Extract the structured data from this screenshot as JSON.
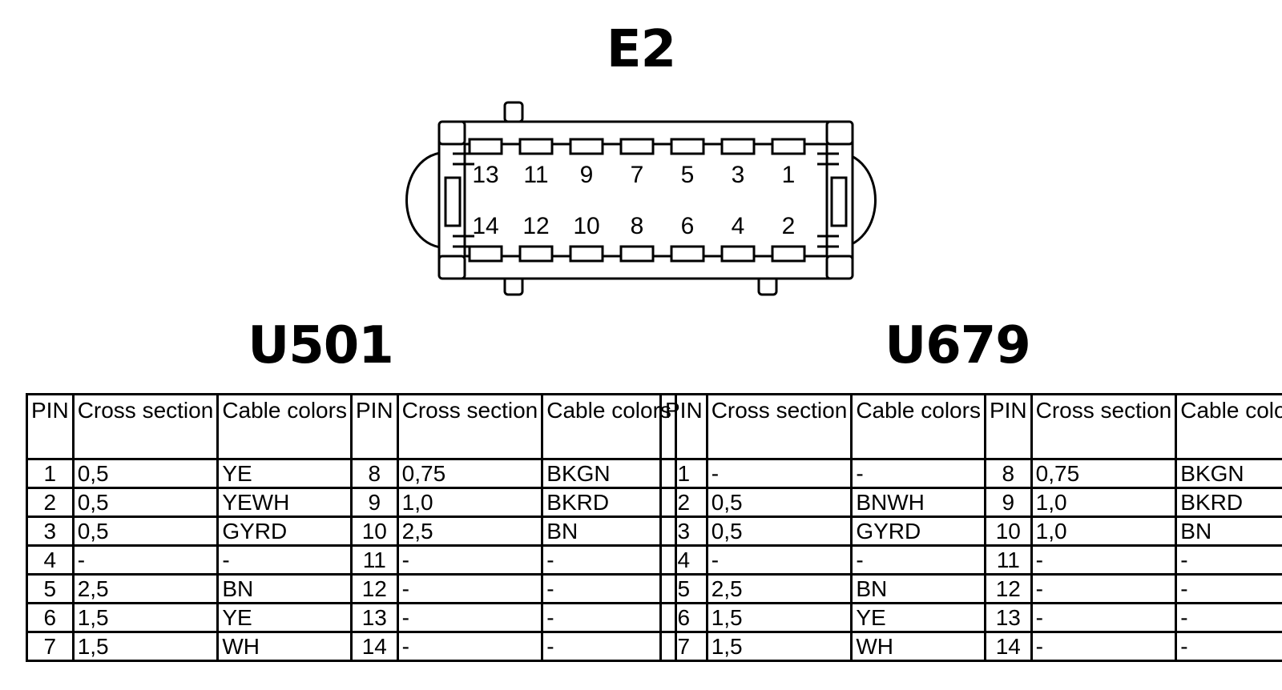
{
  "connector": {
    "title": "E2",
    "top_row_pins": [
      "13",
      "11",
      "9",
      "7",
      "5",
      "3",
      "1"
    ],
    "bottom_row_pins": [
      "14",
      "12",
      "10",
      "8",
      "6",
      "4",
      "2"
    ]
  },
  "tables": [
    {
      "title": "U501",
      "headers": [
        "PIN",
        "Cross section",
        "Cable colors",
        "PIN",
        "Cross section",
        "Cable colors"
      ],
      "rows": [
        [
          "1",
          "0,5",
          "YE",
          "8",
          "0,75",
          "BKGN"
        ],
        [
          "2",
          "0,5",
          "YEWH",
          "9",
          "1,0",
          "BKRD"
        ],
        [
          "3",
          "0,5",
          "GYRD",
          "10",
          "2,5",
          "BN"
        ],
        [
          "4",
          "-",
          "-",
          "11",
          "-",
          "-"
        ],
        [
          "5",
          "2,5",
          "BN",
          "12",
          "-",
          "-"
        ],
        [
          "6",
          "1,5",
          "YE",
          "13",
          "-",
          "-"
        ],
        [
          "7",
          "1,5",
          "WH",
          "14",
          "-",
          "-"
        ]
      ]
    },
    {
      "title": "U679",
      "headers": [
        "PIN",
        "Cross section",
        "Cable colors",
        "PIN",
        "Cross section",
        "Cable colors"
      ],
      "rows": [
        [
          "1",
          "-",
          "-",
          "8",
          "0,75",
          "BKGN"
        ],
        [
          "2",
          "0,5",
          "BNWH",
          "9",
          "1,0",
          "BKRD"
        ],
        [
          "3",
          "0,5",
          "GYRD",
          "10",
          "1,0",
          "BN"
        ],
        [
          "4",
          "-",
          "-",
          "11",
          "-",
          "-"
        ],
        [
          "5",
          "2,5",
          "BN",
          "12",
          "-",
          "-"
        ],
        [
          "6",
          "1,5",
          "YE",
          "13",
          "-",
          "-"
        ],
        [
          "7",
          "1,5",
          "WH",
          "14",
          "-",
          "-"
        ]
      ]
    }
  ]
}
